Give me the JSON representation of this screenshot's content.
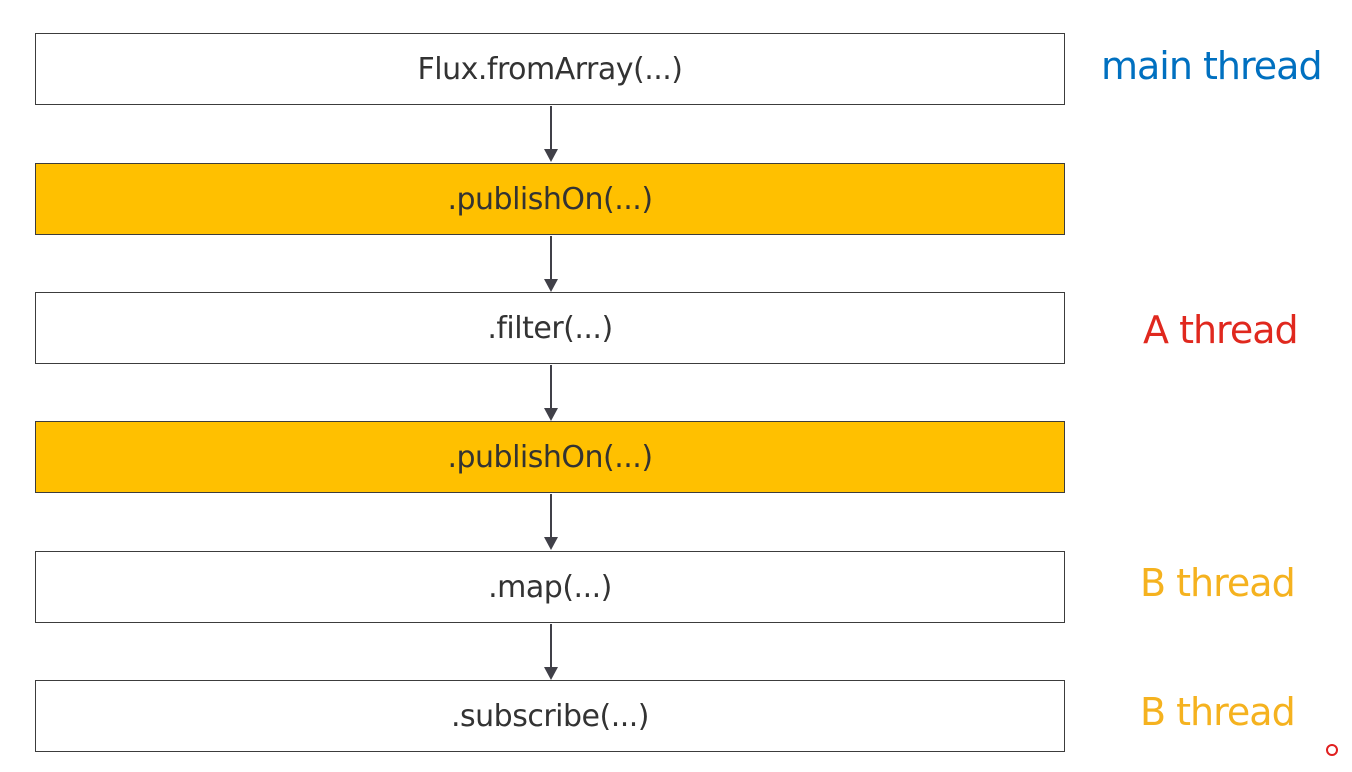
{
  "diagram": {
    "steps": [
      {
        "label": "Flux.fromArray(...)",
        "highlight": false
      },
      {
        "label": ".publishOn(...)",
        "highlight": true
      },
      {
        "label": ".filter(...)",
        "highlight": false
      },
      {
        "label": ".publishOn(...)",
        "highlight": true
      },
      {
        "label": ".map(...)",
        "highlight": false
      },
      {
        "label": ".subscribe(...)",
        "highlight": false
      }
    ],
    "thread_labels": [
      {
        "text": "main thread",
        "color": "#0070c0"
      },
      {
        "text": "A thread",
        "color": "#e0281e"
      },
      {
        "text": "B thread",
        "color": "#f5b21f"
      },
      {
        "text": "B thread",
        "color": "#f5b21f"
      }
    ],
    "colors": {
      "highlight_fill": "#ffc000",
      "box_border": "#3c3c3c",
      "arrow": "#404048"
    }
  }
}
